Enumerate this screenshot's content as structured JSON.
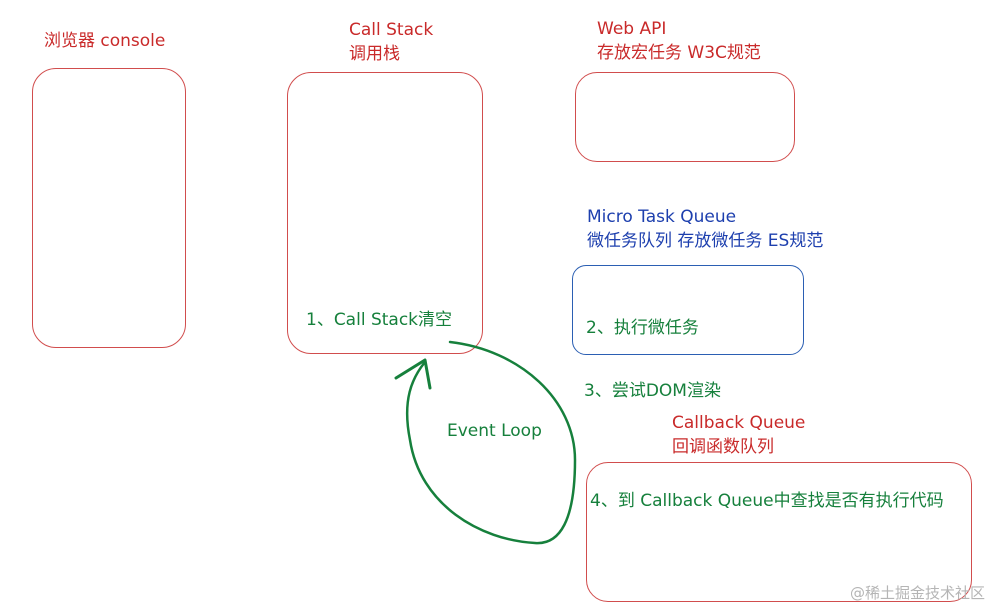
{
  "console": {
    "title": "浏览器 console"
  },
  "call_stack": {
    "title": "Call Stack",
    "subtitle": "调用栈",
    "step": "1、Call Stack清空"
  },
  "web_api": {
    "title": "Web API",
    "subtitle": "存放宏任务 W3C规范"
  },
  "micro_task_queue": {
    "title": "Micro Task Queue",
    "subtitle": "微任务队列 存放微任务  ES规范",
    "step": "2、执行微任务"
  },
  "dom_render": {
    "step": "3、尝试DOM渲染"
  },
  "callback_queue": {
    "title": "Callback Queue",
    "subtitle": "回调函数队列",
    "step": "4、到 Callback Queue中查找是否有执行代码"
  },
  "event_loop": {
    "label": "Event Loop"
  },
  "watermark": "@稀土掘金技术社区",
  "colors": {
    "red": "#c92a2a",
    "blue": "#1d3fae",
    "green": "#16803c"
  }
}
